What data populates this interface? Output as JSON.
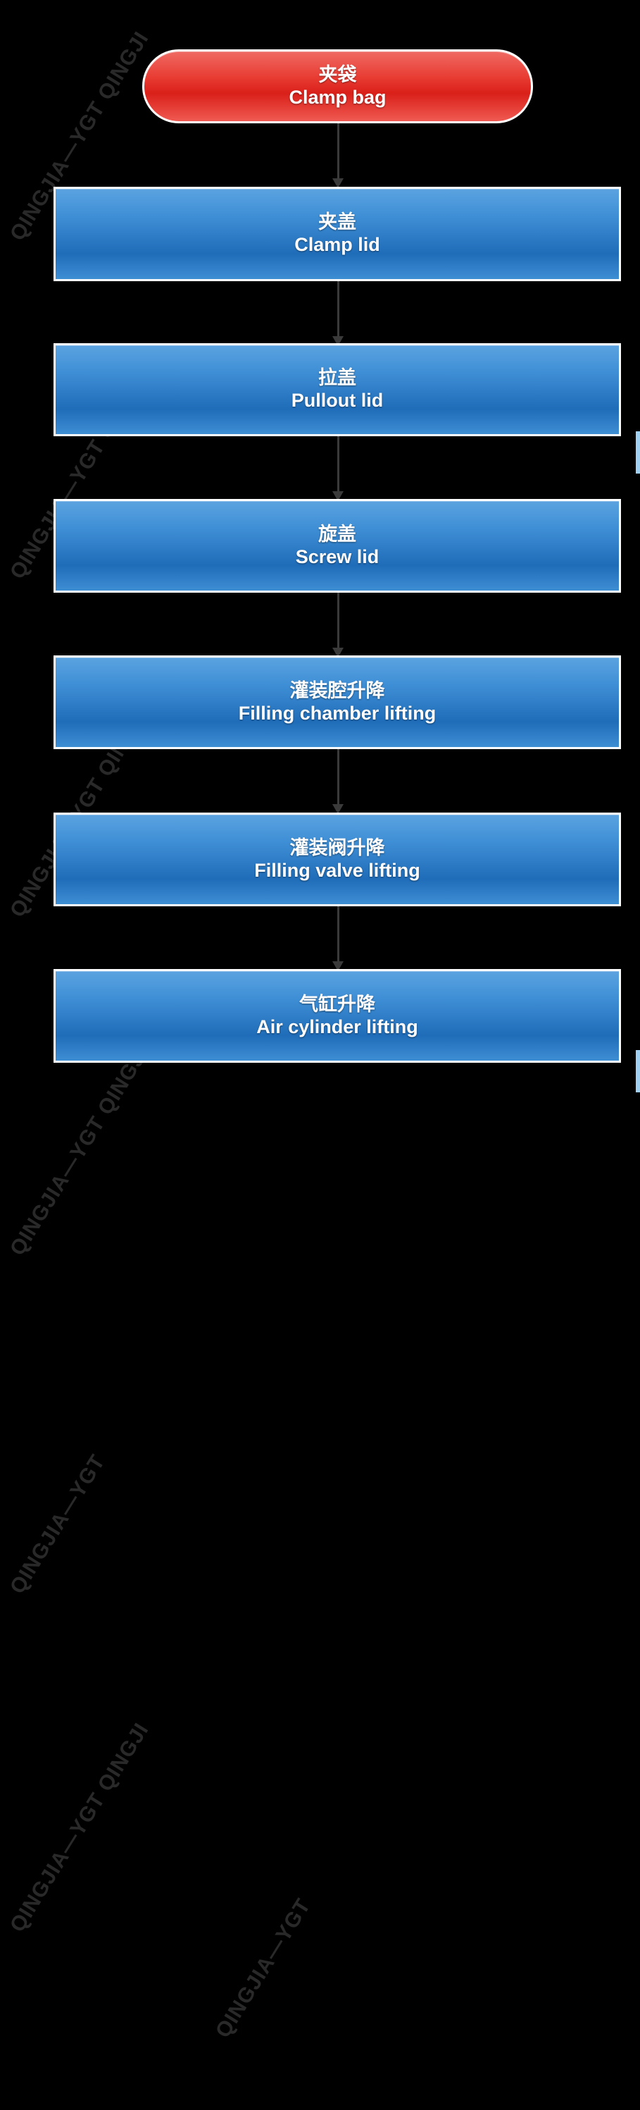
{
  "diagram": {
    "type": "flowchart",
    "background_color": "#000000",
    "orientation": "vertical",
    "nodes": [
      {
        "id": "n1",
        "shape": "rounded-rectangle",
        "role": "start",
        "cn": "夹袋",
        "en": "Clamp bag",
        "fill": "#e02018",
        "border": "#ffffff"
      },
      {
        "id": "n2",
        "shape": "rectangle",
        "role": "process",
        "cn": "夹盖",
        "en": "Clamp lid",
        "fill": "#2b7cc4",
        "border": "#ffffff"
      },
      {
        "id": "n3",
        "shape": "rectangle",
        "role": "process",
        "cn": "拉盖",
        "en": "Pullout lid",
        "fill": "#2b7cc4",
        "border": "#ffffff"
      },
      {
        "id": "n4",
        "shape": "rectangle",
        "role": "process",
        "cn": "旋盖",
        "en": "Screw lid",
        "fill": "#2b7cc4",
        "border": "#ffffff"
      },
      {
        "id": "n5",
        "shape": "rectangle",
        "role": "process",
        "cn": "灌装腔升降",
        "en": "Filling chamber lifting",
        "fill": "#2b7cc4",
        "border": "#ffffff"
      },
      {
        "id": "n6",
        "shape": "rectangle",
        "role": "process",
        "cn": "灌装阀升降",
        "en": "Filling valve lifting",
        "fill": "#2b7cc4",
        "border": "#ffffff"
      },
      {
        "id": "n7",
        "shape": "rectangle",
        "role": "process",
        "cn": "气缸升降",
        "en": "Air cylinder lifting",
        "fill": "#2b7cc4",
        "border": "#ffffff"
      }
    ],
    "edges": [
      {
        "from": "n1",
        "to": "n2",
        "arrow": "down"
      },
      {
        "from": "n2",
        "to": "n3",
        "arrow": "down"
      },
      {
        "from": "n3",
        "to": "n4",
        "arrow": "down"
      },
      {
        "from": "n4",
        "to": "n5",
        "arrow": "down"
      },
      {
        "from": "n5",
        "to": "n6",
        "arrow": "down"
      },
      {
        "from": "n6",
        "to": "n7",
        "arrow": "down"
      }
    ],
    "watermarks": [
      {
        "text": "QINGJIA—YGT QINGJI"
      },
      {
        "text": "QINGJIA—YGT QINGJI"
      },
      {
        "text": "QINGJIA—YGT QINGJI"
      },
      {
        "text": "QINGJIA—YGT QINGJI"
      },
      {
        "text": "QINGJIA—YGT"
      }
    ]
  }
}
